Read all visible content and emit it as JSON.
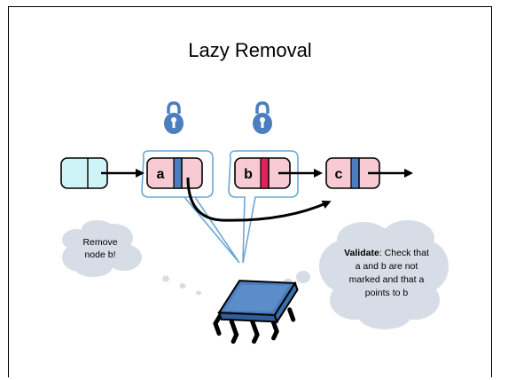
{
  "title": "Lazy Removal",
  "nodes": {
    "a": "a",
    "b": "b",
    "c": "c"
  },
  "thoughts": {
    "left": [
      "Remove",
      "node b!"
    ],
    "right": {
      "bold": "Validate",
      "rest_line1": ": Check that",
      "line2": "a and b are not",
      "line3": "marked and that a",
      "line4": "points to b"
    }
  },
  "colors": {
    "node_fill": "#f7cad4",
    "head_fill": "#cff4f7",
    "lock_blue": "#4a7ebf",
    "marked_red": "#e0245e",
    "bubble_fill": "#d7dde6",
    "chip_fill": "#4a7ebf"
  },
  "icons": [
    "lock-icon",
    "lock-icon",
    "processor-chip-icon",
    "thought-bubble"
  ]
}
